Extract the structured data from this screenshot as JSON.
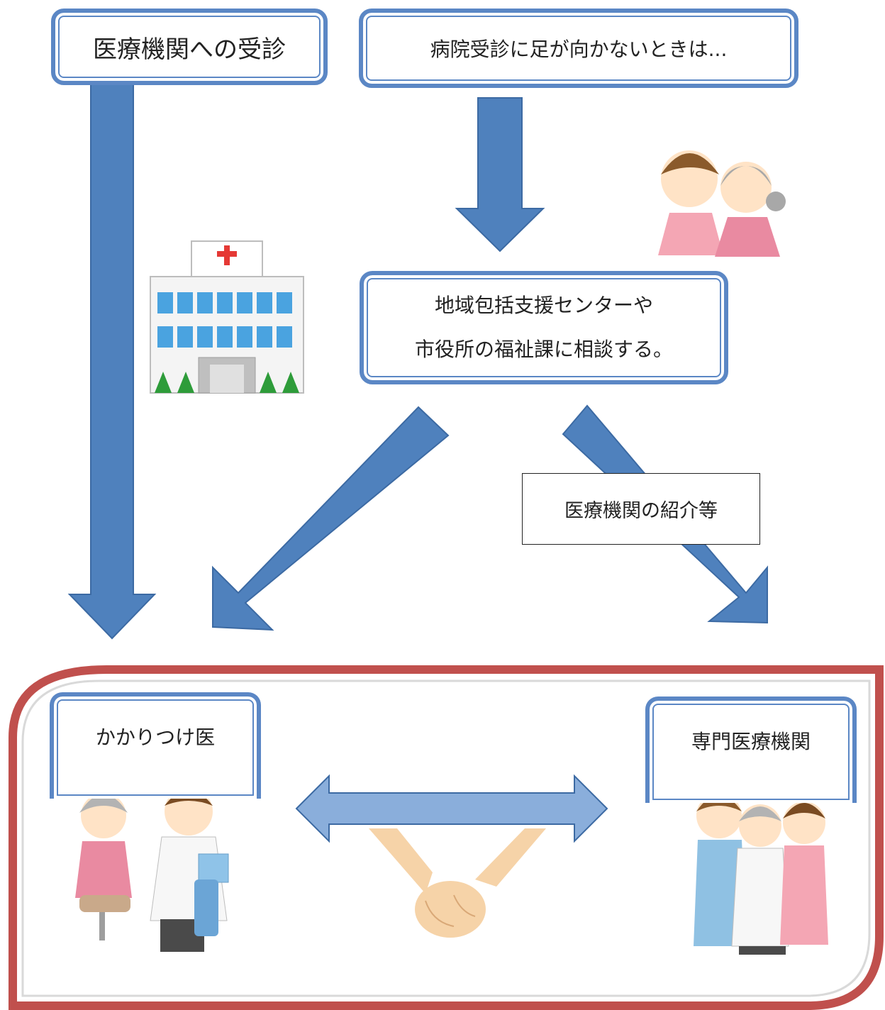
{
  "diagram": {
    "top_left_box": "医療機関への受診",
    "top_right_box": "病院受診に足が向かないときは...",
    "center_box_line1": "地域包括支援センターや",
    "center_box_line2": "市役所の福祉課に相談する。",
    "note_box": "医療機関の紹介等",
    "bottom_left_label": "かかりつけ医",
    "bottom_right_label": "専門医療機関"
  },
  "colors": {
    "arrow": "#4f81bd",
    "arrow_light": "#8aaedb",
    "box_border": "#5b87c5",
    "frame_border": "#c0504d",
    "hospital_cross": "#e53935"
  },
  "icons": [
    "hospital-building-icon",
    "nurse-and-elderly-woman-icon",
    "doctor-and-patient-icon",
    "medical-team-icon",
    "holding-hands-icon"
  ]
}
